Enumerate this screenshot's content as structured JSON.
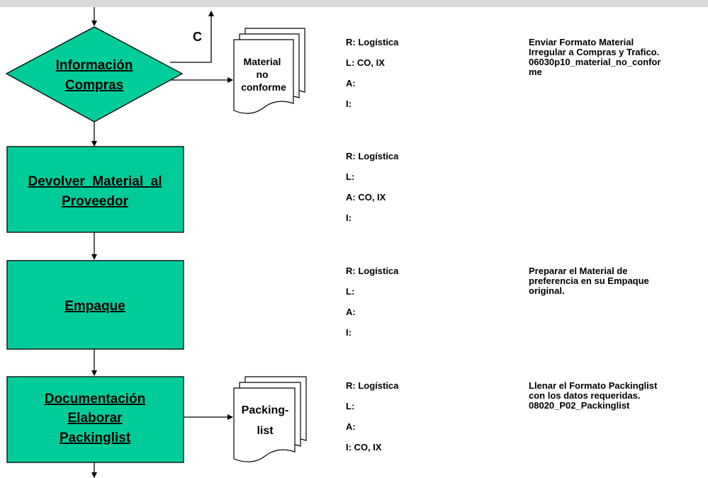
{
  "colors": {
    "node_fill": "#00cc99",
    "stroke": "#000000",
    "band": "#d9d9d9"
  },
  "connector_label": "C",
  "nodes": [
    {
      "type": "decision",
      "lines": [
        "Información",
        "Compras"
      ]
    },
    {
      "type": "process",
      "lines": [
        "Devolver  Material  al",
        "Proveedor"
      ]
    },
    {
      "type": "process",
      "lines": [
        "Empaque"
      ]
    },
    {
      "type": "process",
      "lines": [
        "Documentación",
        "Elaborar",
        "Packinglist"
      ]
    }
  ],
  "documents": [
    {
      "lines": [
        "Material",
        "no",
        "conforme"
      ]
    },
    {
      "lines": [
        "Packing-",
        "list"
      ]
    }
  ],
  "raci": [
    {
      "R": "R: Logística",
      "L": "L: CO, IX",
      "A": "A:",
      "I": "I:"
    },
    {
      "R": "R: Logística",
      "L": "L:",
      "A": "A: CO, IX",
      "I": "I:"
    },
    {
      "R": "R: Logística",
      "L": "L:",
      "A": "A:",
      "I": "I:"
    },
    {
      "R": "R: Logística",
      "L": "L:",
      "A": "A:",
      "I": "I: CO, IX"
    }
  ],
  "notes": [
    "Enviar Formato Material\nIrregular a Compras y Trafico.\n06030p10_material_no_confor\nme",
    "",
    "Preparar el Material de\npreferencia en su Empaque\noriginal.",
    "Llenar el Formato Packinglist\ncon los datos requeridas.\n08020_P02_Packinglist"
  ]
}
